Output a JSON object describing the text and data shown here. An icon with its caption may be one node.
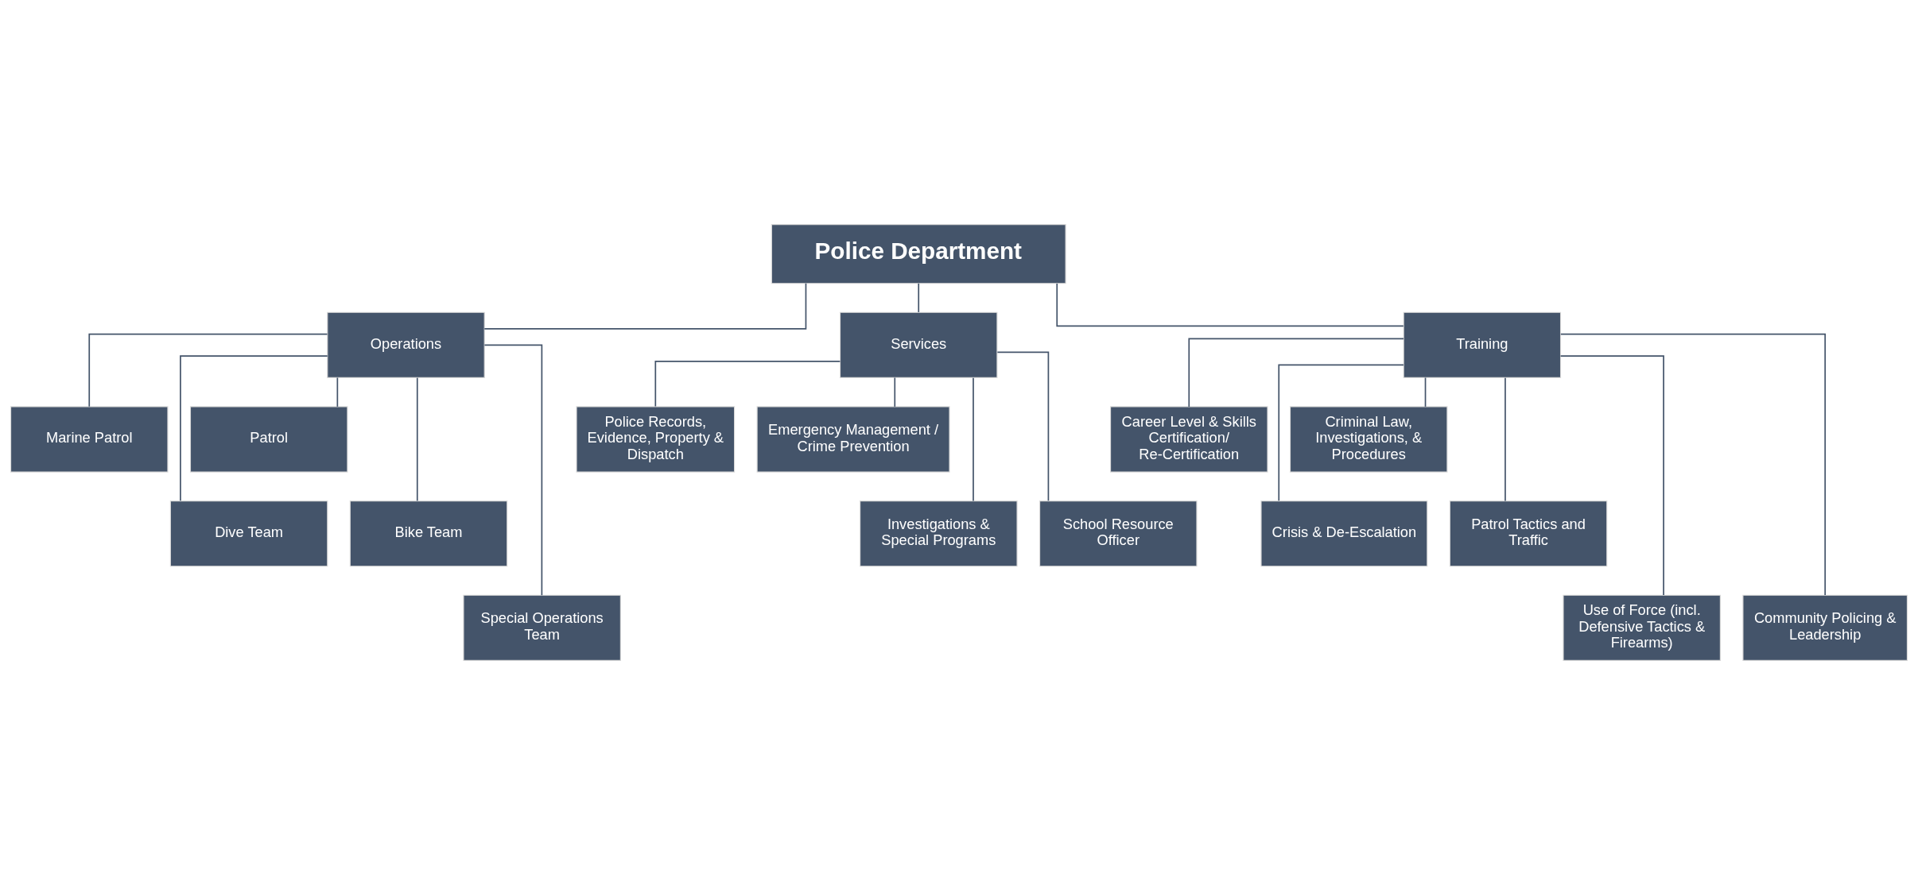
{
  "diagram": {
    "nodes": [
      {
        "text": [
          "Police Department"
        ]
      },
      {
        "text": [
          "Operations"
        ]
      },
      {
        "text": [
          "Services"
        ]
      },
      {
        "text": [
          "Training"
        ]
      },
      {
        "text": [
          "Marine Patrol"
        ]
      },
      {
        "text": [
          "Patrol"
        ]
      },
      {
        "text": [
          "Dive Team"
        ]
      },
      {
        "text": [
          "Bike Team"
        ]
      },
      {
        "text": [
          "Special Operations Team"
        ]
      },
      {
        "text": [
          "Police Records, Evidence, Property & Dispatch"
        ]
      },
      {
        "text": [
          "Emergency Management / Crime Prevention"
        ]
      },
      {
        "text": [
          "Investigations & Special Programs"
        ]
      },
      {
        "text": [
          "School Resource Officer"
        ]
      },
      {
        "text": [
          "Career Level & Skills Certification/ Re-Certification"
        ]
      },
      {
        "text": [
          "Criminal Law, Investigations, & Procedures"
        ]
      },
      {
        "text": [
          "Crisis & De-Escalation"
        ]
      },
      {
        "text": [
          "Patrol Tactics and Traffic"
        ]
      },
      {
        "text": [
          "Use of Force (incl. Defensive Tactics & Firearms)"
        ]
      },
      {
        "text": [
          "Community Policing & Leadership"
        ]
      }
    ],
    "edges": [
      {
        "from": 0,
        "to": 1,
        "arrow": "none"
      },
      {
        "from": 0,
        "to": 2,
        "arrow": "none"
      },
      {
        "from": 0,
        "to": 3,
        "arrow": "none"
      },
      {
        "from": 1,
        "to": 4,
        "arrow": "none"
      },
      {
        "from": 1,
        "to": 5,
        "arrow": "none"
      },
      {
        "from": 1,
        "to": 6,
        "arrow": "none"
      },
      {
        "from": 1,
        "to": 7,
        "arrow": "none"
      },
      {
        "from": 1,
        "to": 8,
        "arrow": "none"
      },
      {
        "from": 2,
        "to": 9,
        "arrow": "none"
      },
      {
        "from": 2,
        "to": 10,
        "arrow": "none"
      },
      {
        "from": 2,
        "to": 11,
        "arrow": "none"
      },
      {
        "from": 2,
        "to": 12,
        "arrow": "none"
      },
      {
        "from": 3,
        "to": 13,
        "arrow": "none"
      },
      {
        "from": 3,
        "to": 14,
        "arrow": "none"
      },
      {
        "from": 3,
        "to": 15,
        "arrow": "none"
      },
      {
        "from": 3,
        "to": 16,
        "arrow": "none"
      },
      {
        "from": 3,
        "to": 17,
        "arrow": "none"
      },
      {
        "from": 3,
        "to": 18,
        "arrow": "none"
      }
    ]
  }
}
